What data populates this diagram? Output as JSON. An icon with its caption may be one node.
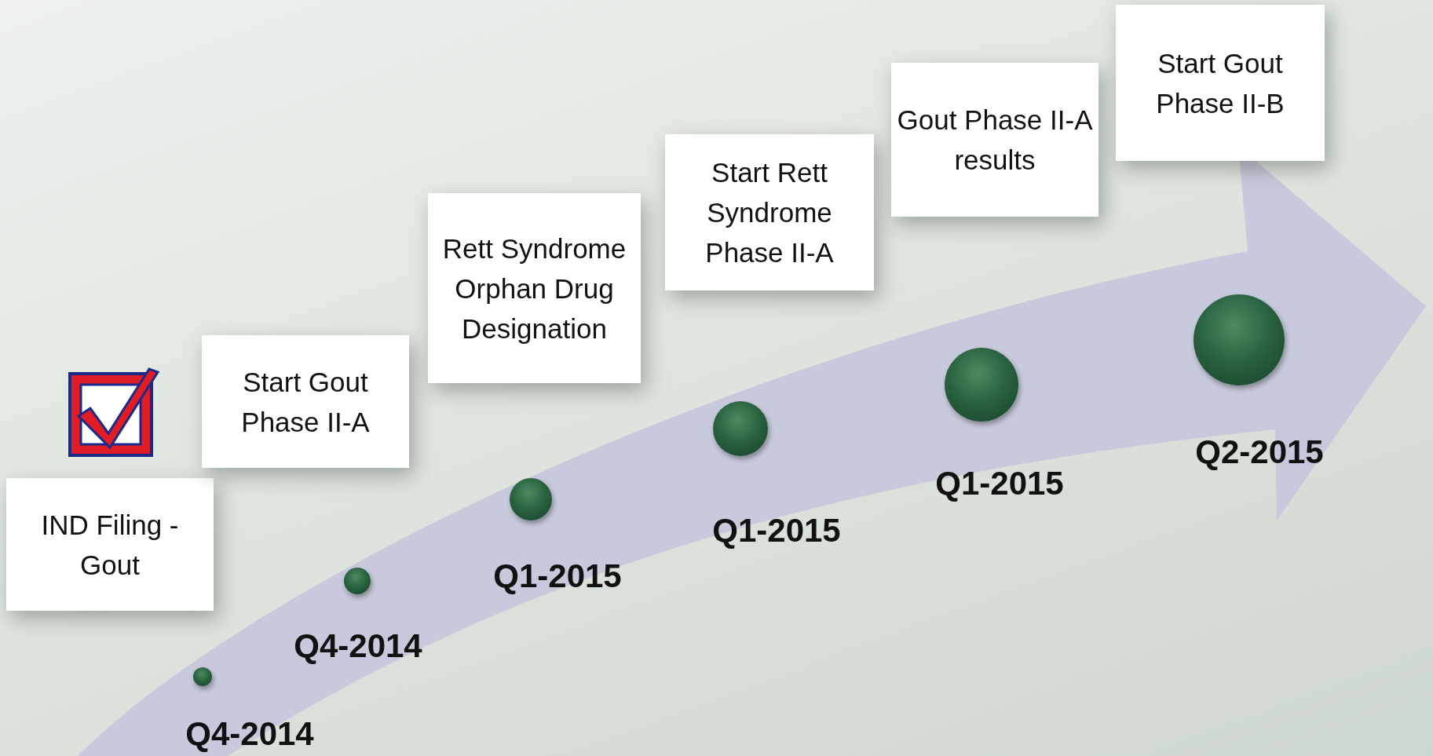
{
  "diagram": {
    "nodes": [
      {
        "text": [
          "IND Filing - Gout"
        ]
      },
      {
        "text": [
          "Start Gout Phase II-A"
        ]
      },
      {
        "text": [
          "Rett Syndrome Orphan Drug Designation"
        ]
      },
      {
        "text": [
          "Start Rett Syndrome Phase II-A"
        ]
      },
      {
        "text": [
          "Gout Phase II-A results"
        ]
      },
      {
        "text": [
          "Start Gout Phase II-B"
        ]
      },
      {
        "text": [],
        "shape": "circle",
        "beside": [
          "Q4-2014"
        ]
      },
      {
        "text": [],
        "shape": "circle",
        "beside": [
          "Q4-2014"
        ]
      },
      {
        "text": [],
        "shape": "circle",
        "beside": [
          "Q1-2015"
        ]
      },
      {
        "text": [],
        "shape": "circle",
        "beside": [
          "Q1-2015"
        ]
      },
      {
        "text": [],
        "shape": "circle",
        "beside": [
          "Q1-2015"
        ]
      },
      {
        "text": [],
        "shape": "circle",
        "beside": [
          "Q2-2015"
        ]
      }
    ]
  }
}
